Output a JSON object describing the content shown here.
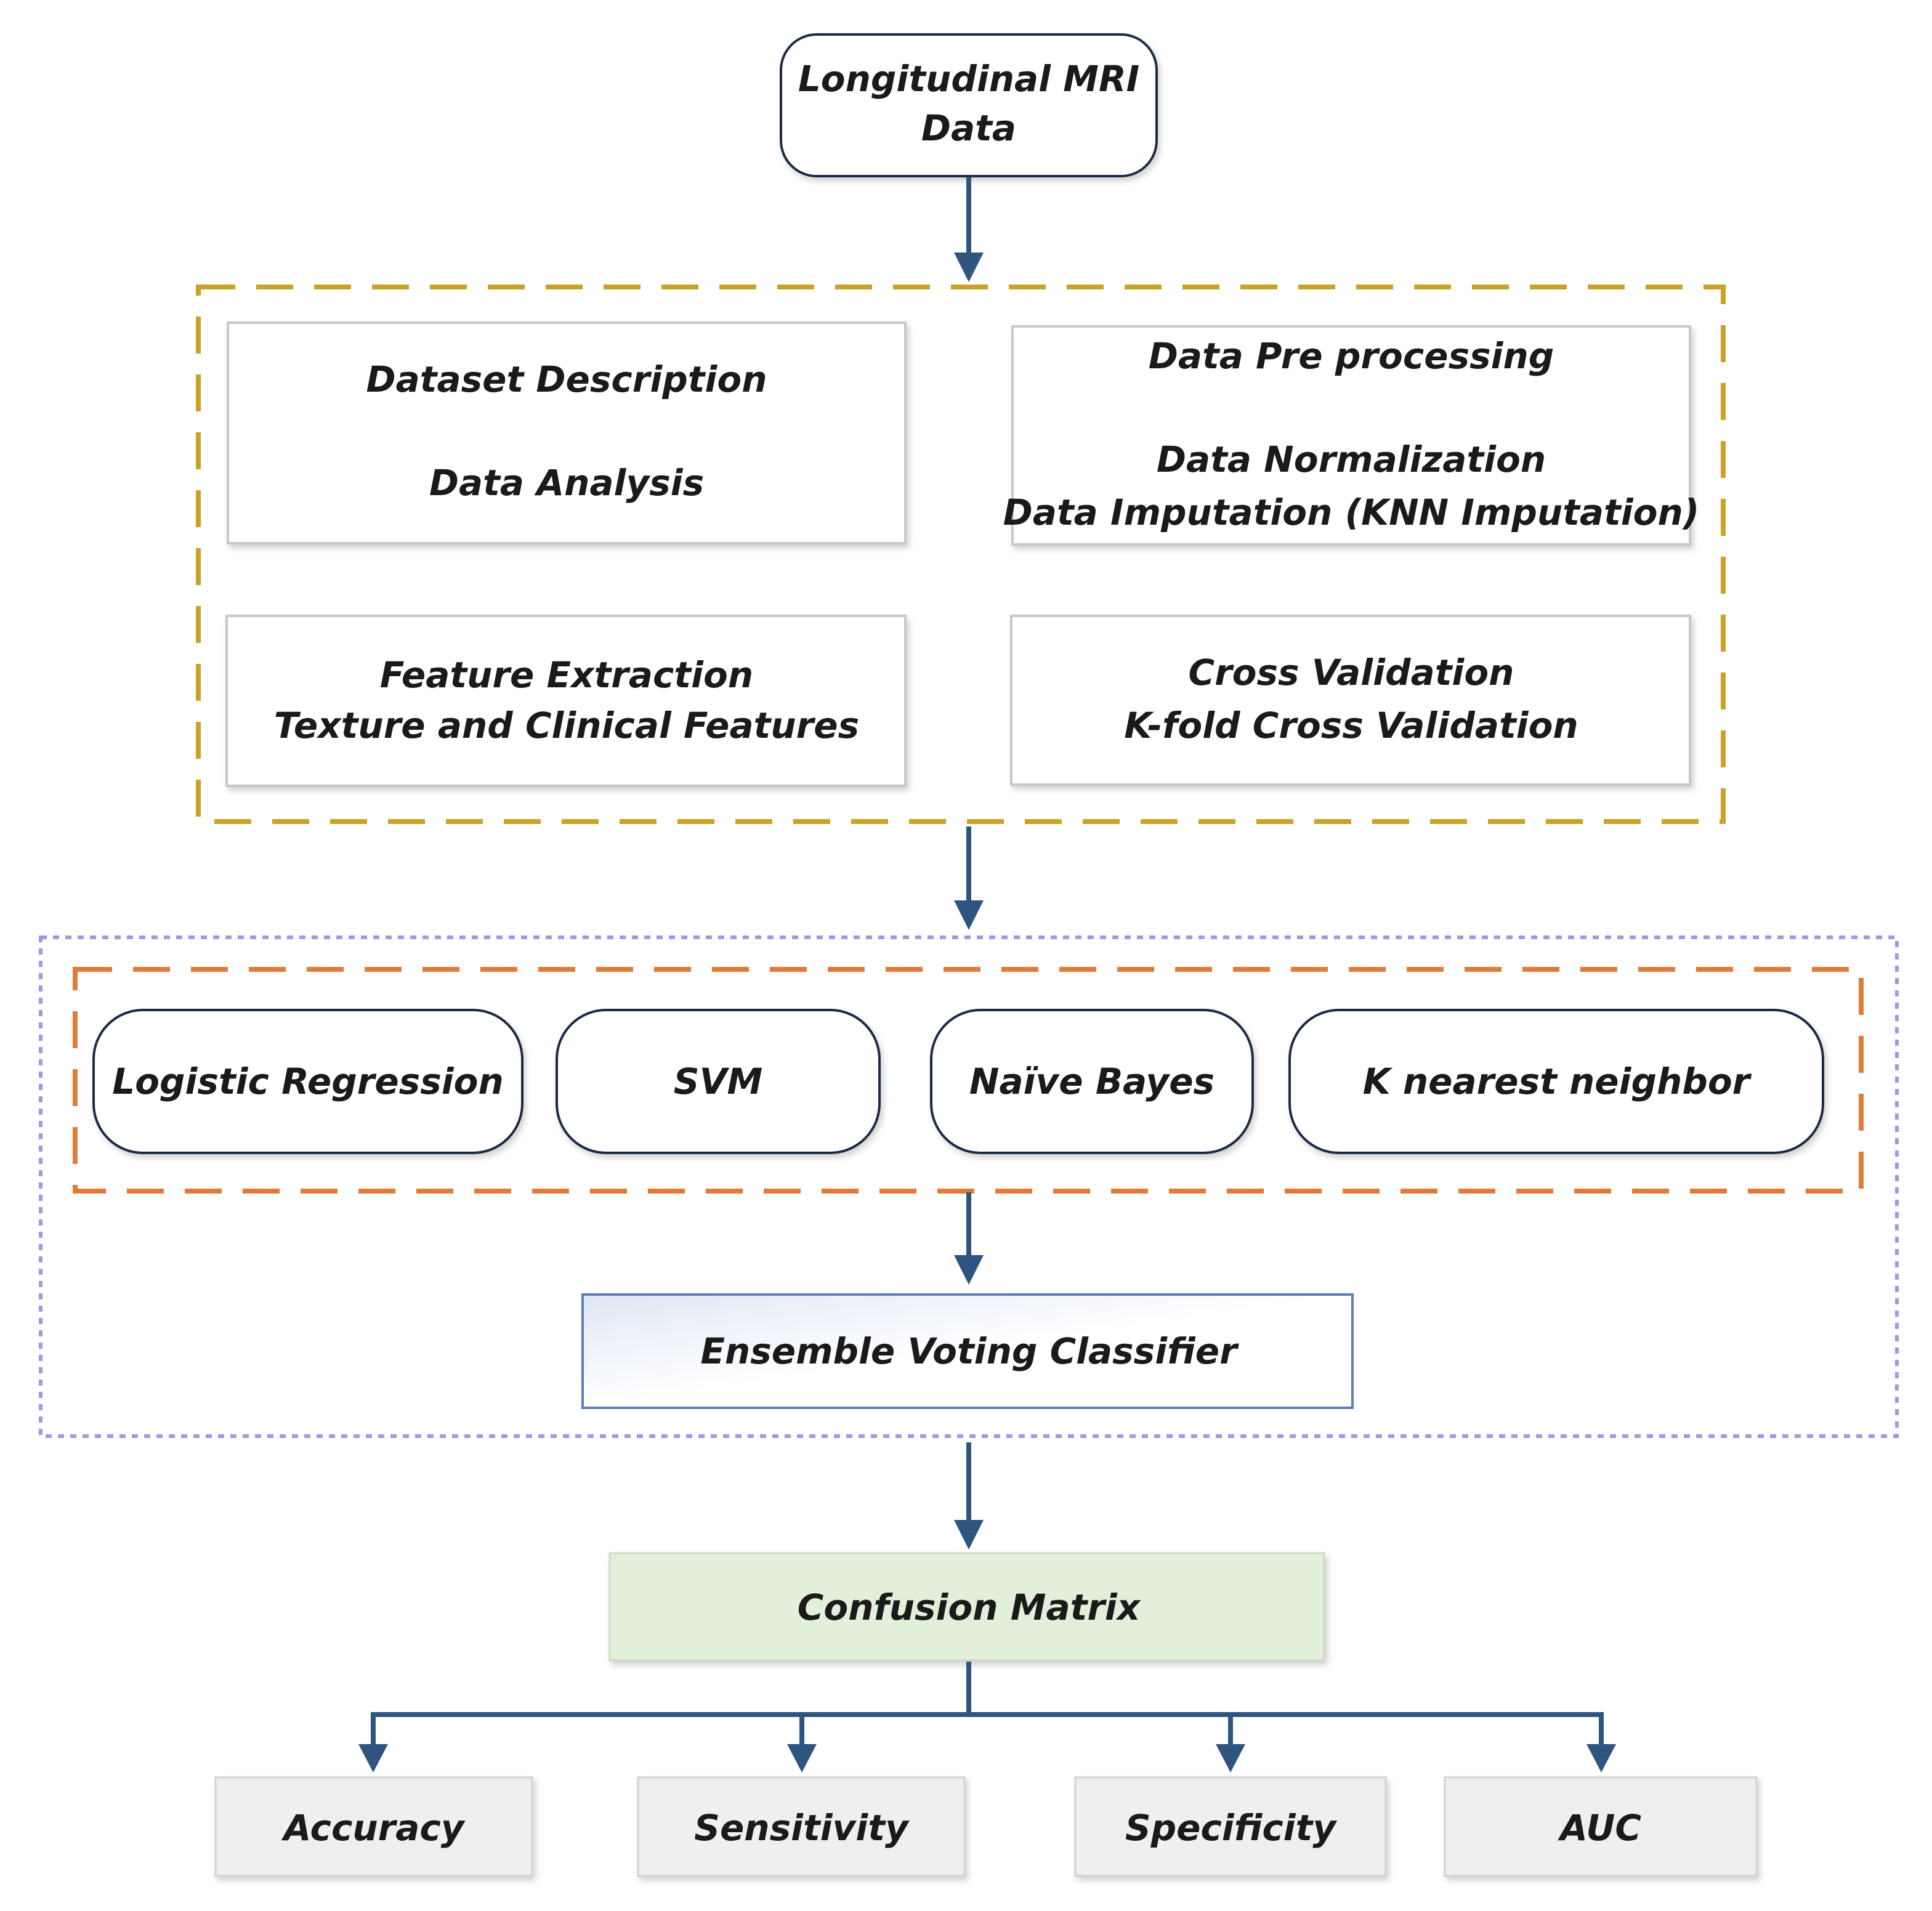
{
  "input": {
    "line1": "Longitudinal MRI",
    "line2": "Data"
  },
  "preprocessing": {
    "dataset": {
      "line1": "Dataset Description",
      "line2": "Data Analysis"
    },
    "preproc": {
      "line1": "Data Pre processing",
      "line2": "Data Normalization",
      "line3": "Data Imputation (KNN Imputation)"
    },
    "features": {
      "line1": "Feature Extraction",
      "line2": "Texture and Clinical Features"
    },
    "cv": {
      "line1": "Cross Validation",
      "line2": "K-fold Cross Validation"
    }
  },
  "classifiers": [
    "Logistic Regression",
    "SVM",
    "Naïve Bayes",
    "K nearest neighbor"
  ],
  "ensemble": "Ensemble Voting Classifier",
  "confusion_matrix": "Confusion Matrix",
  "metrics": [
    "Accuracy",
    "Sensitivity",
    "Specificity",
    "AUC"
  ],
  "colors": {
    "arrow": "#2e5580",
    "group1_border": "#c9a227",
    "group2_border": "#9a9ae6",
    "group3_border": "#e07b39",
    "confusion_fill": "#e2efda",
    "metric_fill": "#efefef",
    "ensemble_border": "#5b7fb4"
  }
}
